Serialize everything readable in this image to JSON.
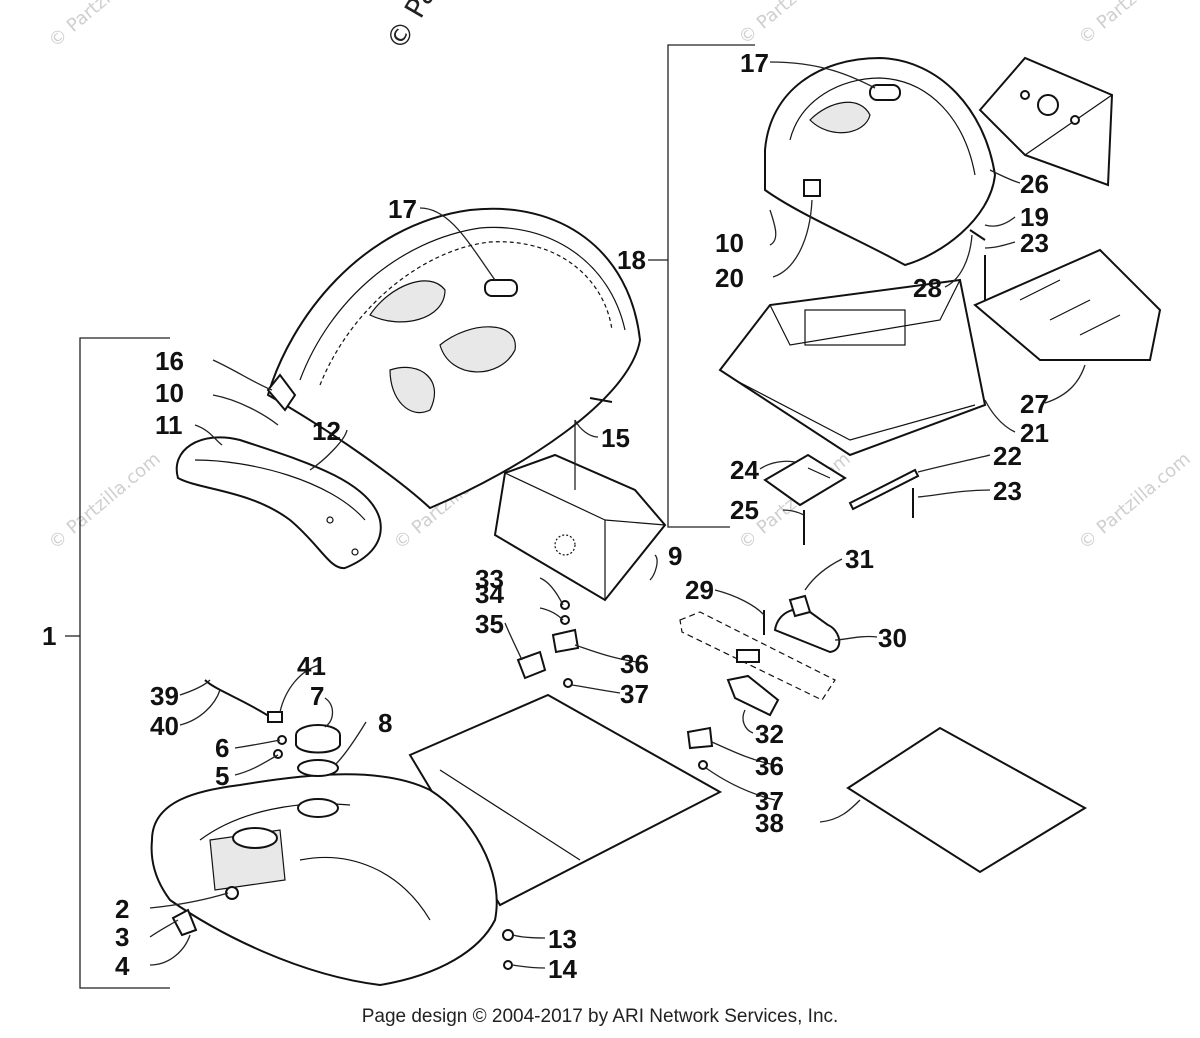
{
  "watermarks": {
    "top": "© Parts",
    "repeat": "© Partzilla.com"
  },
  "callouts": {
    "c1": "1",
    "c2": "2",
    "c3": "3",
    "c4": "4",
    "c5": "5",
    "c6": "6",
    "c7": "7",
    "c8": "8",
    "c9": "9",
    "c10a": "10",
    "c10b": "10",
    "c11": "11",
    "c12": "12",
    "c13": "13",
    "c14": "14",
    "c15": "15",
    "c16": "16",
    "c17a": "17",
    "c17b": "17",
    "c18": "18",
    "c19": "19",
    "c20": "20",
    "c21": "21",
    "c22": "22",
    "c23a": "23",
    "c23b": "23",
    "c24": "24",
    "c25": "25",
    "c26": "26",
    "c27": "27",
    "c28": "28",
    "c29": "29",
    "c30": "30",
    "c31": "31",
    "c32": "32",
    "c33": "33",
    "c34": "34",
    "c35": "35",
    "c36a": "36",
    "c36b": "36",
    "c37a": "37",
    "c37b": "37",
    "c38": "38",
    "c39": "39",
    "c40": "40",
    "c41": "41"
  },
  "footer": "Page design © 2004-2017 by ARI Network Services, Inc."
}
